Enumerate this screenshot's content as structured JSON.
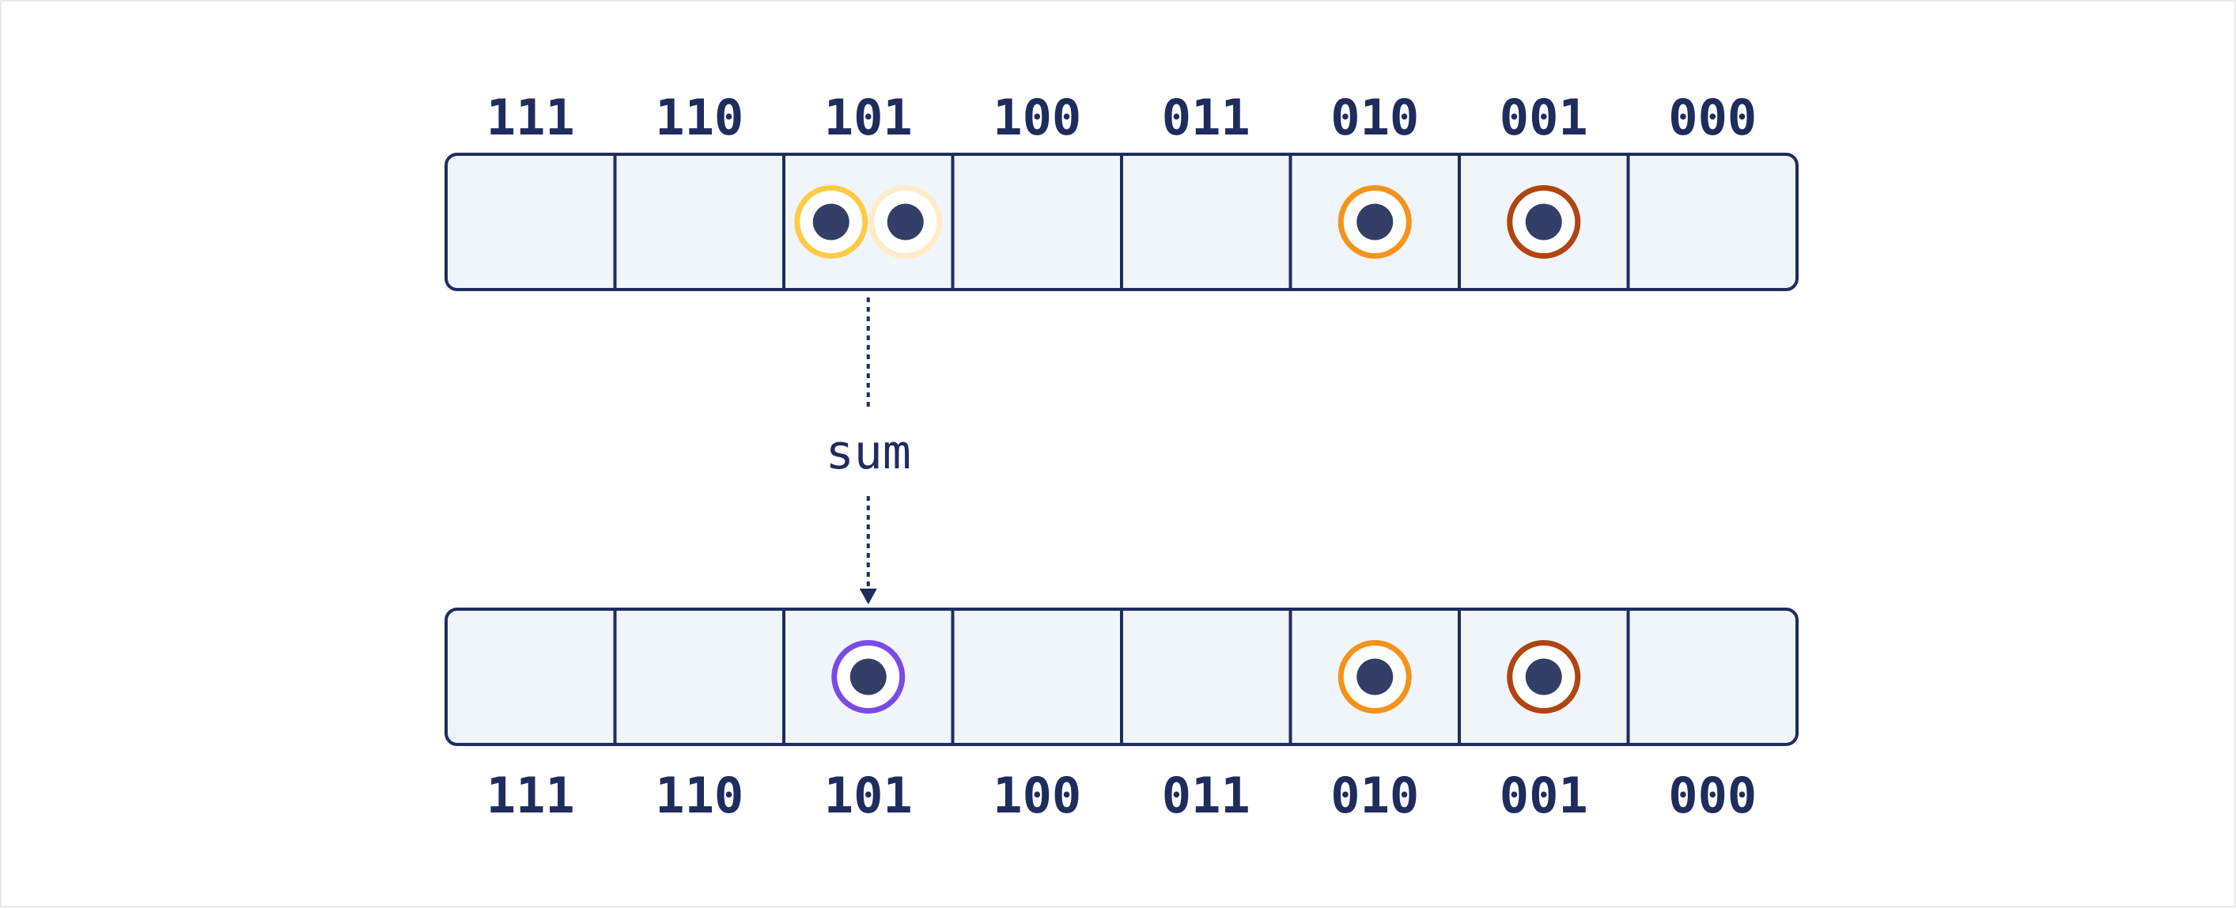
{
  "colors": {
    "line": "#1f2c5e",
    "cell_fill": "#f0f4fb",
    "dot_fill": "#333f66",
    "background": "#ffffff"
  },
  "top_array": {
    "labels": [
      "111",
      "110",
      "101",
      "100",
      "011",
      "010",
      "001",
      "000"
    ],
    "items": [
      {
        "cell": 2,
        "slot": "left",
        "ring_color": "#ffcb47",
        "name": "top-item-101-a"
      },
      {
        "cell": 2,
        "slot": "right",
        "ring_color": "#fdecc7",
        "name": "top-item-101-b"
      },
      {
        "cell": 5,
        "slot": "center",
        "ring_color": "#f5931b",
        "name": "top-item-010"
      },
      {
        "cell": 6,
        "slot": "center",
        "ring_color": "#b0450f",
        "name": "top-item-001"
      }
    ]
  },
  "bottom_array": {
    "labels": [
      "111",
      "110",
      "101",
      "100",
      "011",
      "010",
      "001",
      "000"
    ],
    "items": [
      {
        "cell": 2,
        "slot": "center",
        "ring_color": "#7a4be6",
        "name": "bottom-item-101"
      },
      {
        "cell": 5,
        "slot": "center",
        "ring_color": "#f5931b",
        "name": "bottom-item-010"
      },
      {
        "cell": 6,
        "slot": "center",
        "ring_color": "#b0450f",
        "name": "bottom-item-001"
      }
    ]
  },
  "connector": {
    "label": "sum",
    "from_cell": 2
  }
}
